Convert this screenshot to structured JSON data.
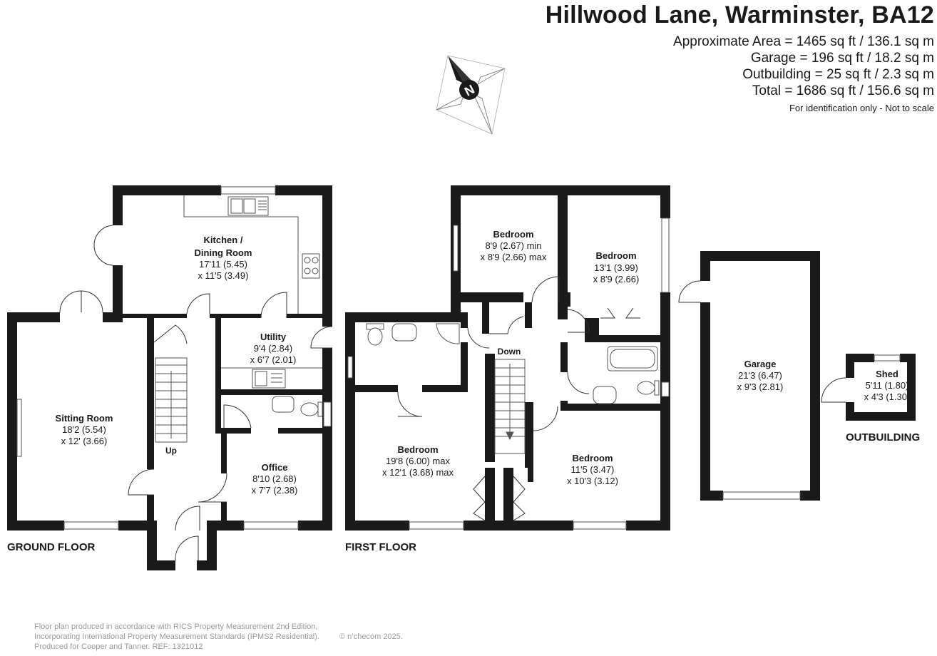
{
  "header": {
    "address": "Hillwood Lane, Warminster, BA12",
    "areas": [
      "Approximate Area = 1465 sq ft / 136.1 sq m",
      "Garage = 196 sq ft / 18.2 sq m",
      "Outbuilding = 25 sq ft / 2.3 sq m",
      "Total = 1686 sq ft / 156.6 sq m"
    ],
    "note": "For identification only - Not to scale"
  },
  "compass": {
    "label": "N"
  },
  "floors": {
    "ground": "GROUND FLOOR",
    "first": "FIRST FLOOR",
    "outbuilding": "OUTBUILDING"
  },
  "rooms": {
    "kitchen": {
      "name": [
        "Kitchen /",
        "Dining Room"
      ],
      "dims": [
        "17'11 (5.45)",
        "x 11'5 (3.49)"
      ]
    },
    "utility": {
      "name": [
        "Utility"
      ],
      "dims": [
        "9'4 (2.84)",
        "x 6'7 (2.01)"
      ]
    },
    "sitting": {
      "name": [
        "Sitting Room"
      ],
      "dims": [
        "18'2 (5.54)",
        "x 12' (3.66)"
      ]
    },
    "office": {
      "name": [
        "Office"
      ],
      "dims": [
        "8'10 (2.68)",
        "x 7'7 (2.38)"
      ]
    },
    "bed1": {
      "name": [
        "Bedroom"
      ],
      "dims": [
        "8'9 (2.67) min",
        "x 8'9 (2.66) max"
      ]
    },
    "bed2": {
      "name": [
        "Bedroom"
      ],
      "dims": [
        "13'1 (3.99)",
        "x 8'9 (2.66)"
      ]
    },
    "bed3": {
      "name": [
        "Bedroom"
      ],
      "dims": [
        "19'8 (6.00) max",
        "x 12'1 (3.68) max"
      ]
    },
    "bed4": {
      "name": [
        "Bedroom"
      ],
      "dims": [
        "11'5 (3.47)",
        "x 10'3 (3.12)"
      ]
    },
    "garage": {
      "name": [
        "Garage"
      ],
      "dims": [
        "21'3 (6.47)",
        "x 9'3 (2.81)"
      ]
    },
    "shed": {
      "name": [
        "Shed"
      ],
      "dims": [
        "5'11 (1.80)",
        "x 4'3 (1.30)"
      ]
    }
  },
  "stairs": {
    "up": "Up",
    "down": "Down"
  },
  "footer": {
    "lines": [
      "Floor plan produced in accordance with RICS Property Measurement 2nd Edition,",
      "Incorporating International Property Measurement Standards (IPMS2 Residential).",
      "Produced for Cooper and Tanner.   REF:  1321012"
    ],
    "copyright": "© n’checom 2025."
  }
}
